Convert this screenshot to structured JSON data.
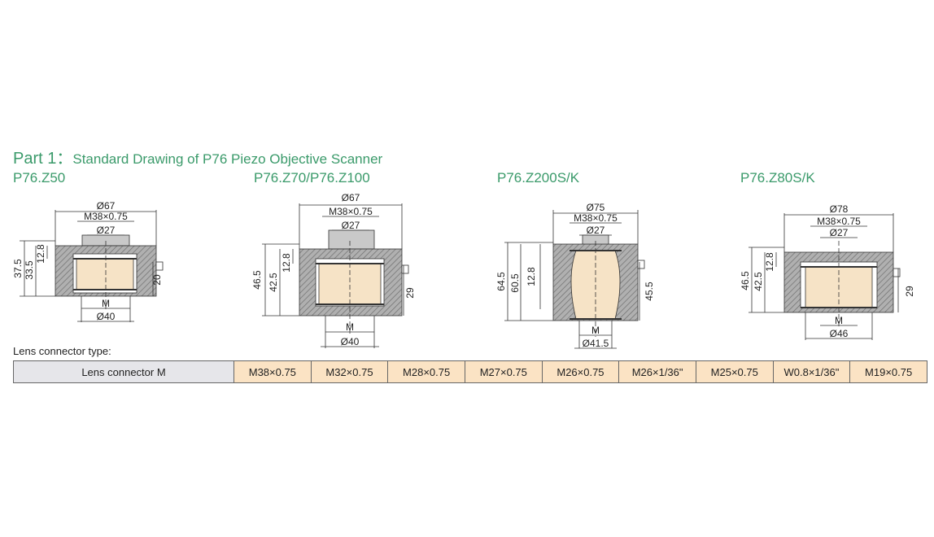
{
  "heading": {
    "part": "Part 1：",
    "text": "Standard Drawing of P76 Piezo Objective Scanner"
  },
  "models": [
    {
      "name": "P76.Z50",
      "diameter_outer": "Ø67",
      "thread": "M38×0.75",
      "diameter_inner": "Ø27",
      "height_total": "37.5",
      "height_body": "33.5",
      "height_top": "12.8",
      "height_side": "20",
      "lens_label": "M",
      "diameter_bottom": "Ø40"
    },
    {
      "name": "P76.Z70/P76.Z100",
      "diameter_outer": "Ø67",
      "thread": "M38×0.75",
      "diameter_inner": "Ø27",
      "height_total": "46.5",
      "height_body": "42.5",
      "height_top": "12.8",
      "height_side": "29",
      "lens_label": "M",
      "diameter_bottom": "Ø40"
    },
    {
      "name": "P76.Z200S/K",
      "diameter_outer": "Ø75",
      "thread": "M38×0.75",
      "diameter_inner": "Ø27",
      "height_total": "64.5",
      "height_body": "60.5",
      "height_top": "12.8",
      "height_side": "45.5",
      "lens_label": "M",
      "diameter_bottom": "Ø41.5"
    },
    {
      "name": "P76.Z80S/K",
      "diameter_outer": "Ø78",
      "thread": "M38×0.75",
      "diameter_inner": "Ø27",
      "height_total": "46.5",
      "height_body": "42.5",
      "height_top": "12.8",
      "height_side": "29",
      "lens_label": "M",
      "diameter_bottom": "Ø46"
    }
  ],
  "connector": {
    "label": "Lens connector type:",
    "row_header": "Lens connector M",
    "values": [
      "M38×0.75",
      "M32×0.75",
      "M28×0.75",
      "M27×0.75",
      "M26×0.75",
      "M26×1/36\"",
      "M25×0.75",
      "W0.8×1/36\"",
      "M19×0.75"
    ]
  },
  "colors": {
    "heading": "#3a9a6a",
    "lens_fill": "#f6e3c6",
    "housing": "#9a9a9a",
    "table_header": "#e6e6ea",
    "table_value": "#fbe3c4"
  }
}
